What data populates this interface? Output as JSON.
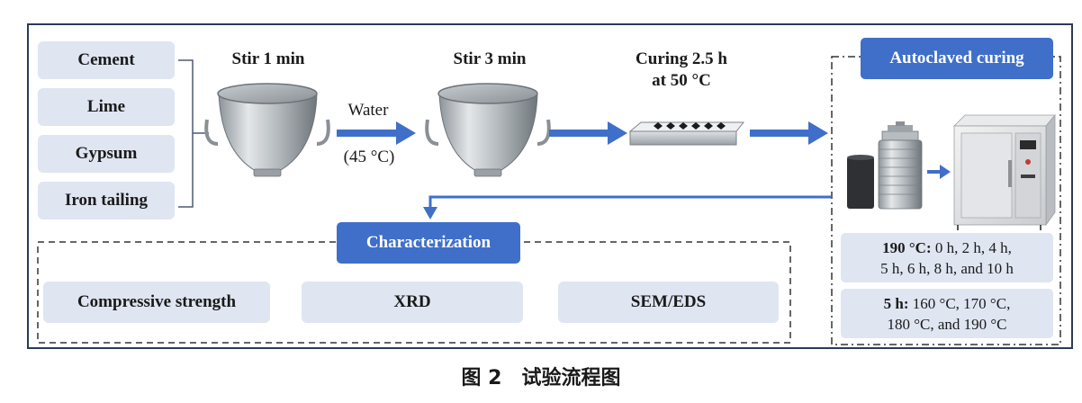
{
  "materials": [
    "Cement",
    "Lime",
    "Gypsum",
    "Iron tailing"
  ],
  "steps": {
    "stir1": "Stir 1 min",
    "water": "Water",
    "water_temp": "(45 °C)",
    "stir3": "Stir 3 min",
    "curing_line1": "Curing 2.5 h",
    "curing_line2": "at 50 °C"
  },
  "autoclave": {
    "title": "Autoclaved curing",
    "cond1_bold": "190 °C:",
    "cond1_rest": " 0 h, 2 h, 4 h,",
    "cond1_line2": "5 h, 6 h, 8 h, and 10 h",
    "cond2_bold": "5 h:",
    "cond2_rest": " 160 °C, 170 °C,",
    "cond2_line2": "180 °C, and 190 °C"
  },
  "characterization": {
    "title": "Characterization",
    "methods": [
      "Compressive strength",
      "XRD",
      "SEM/EDS"
    ]
  },
  "caption": "图 2　试验流程图",
  "colors": {
    "accent": "#3f6fc9",
    "pill": "#dfe5f1",
    "frame": "#2b3a55"
  }
}
